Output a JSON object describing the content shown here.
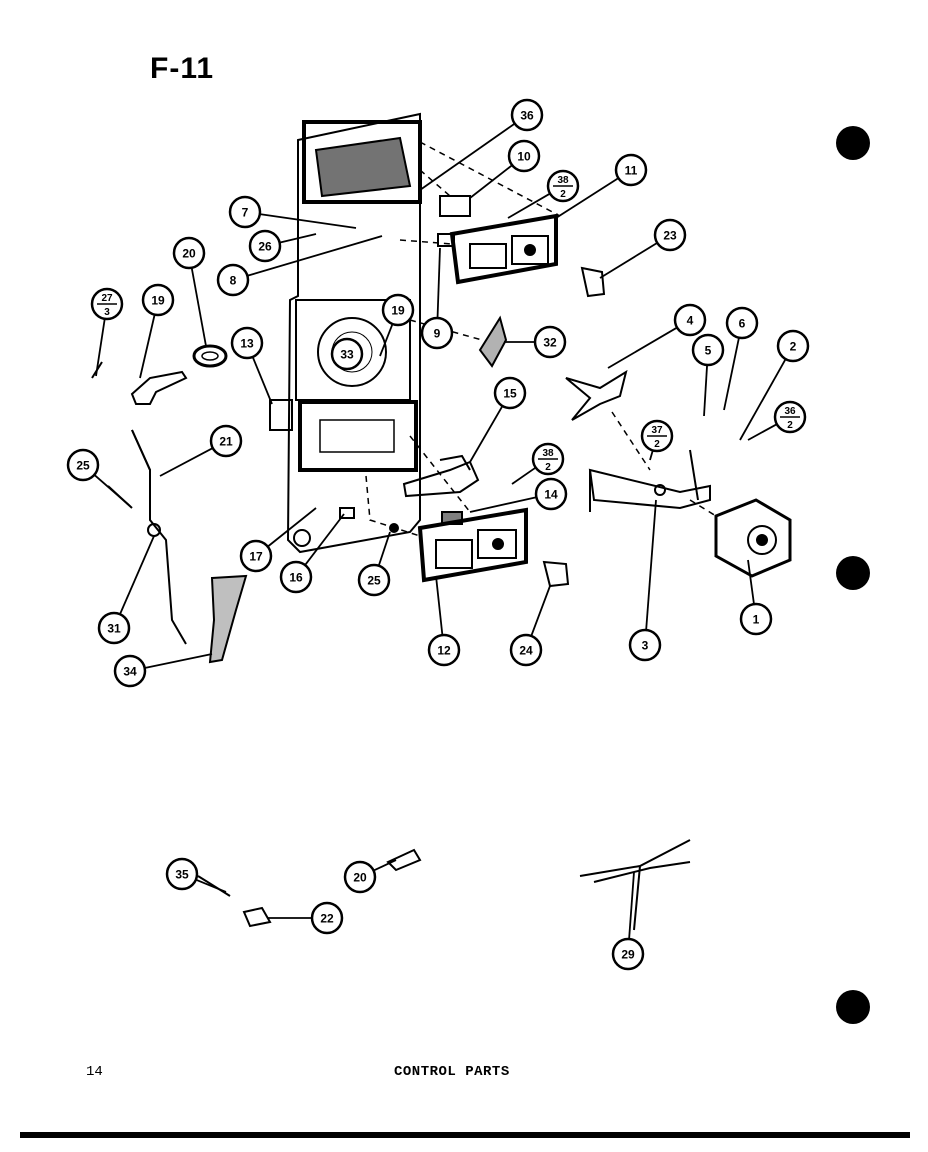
{
  "page": {
    "figure_id": "F-11",
    "page_number": "14",
    "caption": "CONTROL PARTS"
  },
  "callouts": [
    {
      "id": "c36top",
      "label": "36"
    },
    {
      "id": "c10a",
      "label": "10"
    },
    {
      "id": "c38a",
      "num": "38",
      "den": "2"
    },
    {
      "id": "c11",
      "label": "11"
    },
    {
      "id": "c7",
      "label": "7"
    },
    {
      "id": "c26",
      "label": "26"
    },
    {
      "id": "c8",
      "label": "8"
    },
    {
      "id": "c20a",
      "label": "20"
    },
    {
      "id": "c23",
      "label": "23"
    },
    {
      "id": "c27",
      "num": "27",
      "den": "3"
    },
    {
      "id": "c19a",
      "label": "19"
    },
    {
      "id": "c19b",
      "label": "19"
    },
    {
      "id": "c9",
      "label": "9"
    },
    {
      "id": "c32",
      "label": "32"
    },
    {
      "id": "c4",
      "label": "4"
    },
    {
      "id": "c6",
      "label": "6"
    },
    {
      "id": "c5",
      "label": "5"
    },
    {
      "id": "c2",
      "label": "2"
    },
    {
      "id": "c13",
      "label": "13"
    },
    {
      "id": "c33",
      "label": "33"
    },
    {
      "id": "c15",
      "label": "15"
    },
    {
      "id": "c37",
      "num": "37",
      "den": "2"
    },
    {
      "id": "c36b",
      "num": "36",
      "den": "2"
    },
    {
      "id": "c21",
      "label": "21"
    },
    {
      "id": "c38b",
      "num": "38",
      "den": "2"
    },
    {
      "id": "c25a",
      "label": "25"
    },
    {
      "id": "c14",
      "label": "14"
    },
    {
      "id": "c17",
      "label": "17"
    },
    {
      "id": "c16",
      "label": "16"
    },
    {
      "id": "c25b",
      "label": "25"
    },
    {
      "id": "c31",
      "label": "31"
    },
    {
      "id": "c12",
      "label": "12"
    },
    {
      "id": "c24",
      "label": "24"
    },
    {
      "id": "c3",
      "label": "3"
    },
    {
      "id": "c1",
      "label": "1"
    },
    {
      "id": "c34",
      "label": "34"
    },
    {
      "id": "c35",
      "label": "35"
    },
    {
      "id": "c20b",
      "label": "20"
    },
    {
      "id": "c22",
      "label": "22"
    },
    {
      "id": "c29",
      "label": "29"
    }
  ]
}
